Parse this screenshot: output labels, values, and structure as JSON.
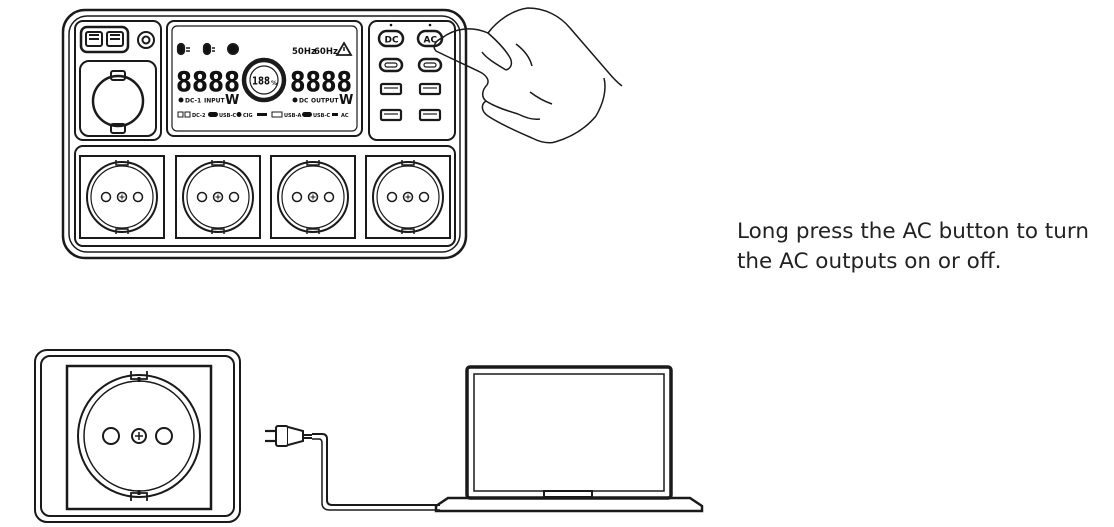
{
  "caption": {
    "line1": "Long press the AC button to turn",
    "line2": "the AC outputs on or off."
  },
  "lcd": {
    "freq_50": "50Hz",
    "freq_60": "60Hz",
    "input_digits": "8888",
    "output_digits": "8888",
    "battery_pct": "188",
    "pct_sign": "%",
    "input_port": "DC-1",
    "input_label": "INPUT",
    "output_port": "DC",
    "output_label": "OUTPUT",
    "unit": "W",
    "bottom_labels": [
      "DC-2",
      "USB-C",
      "CIG",
      "USB-A",
      "USB-C",
      "AC"
    ]
  },
  "buttons": {
    "dc": "DC",
    "ac": "AC"
  }
}
